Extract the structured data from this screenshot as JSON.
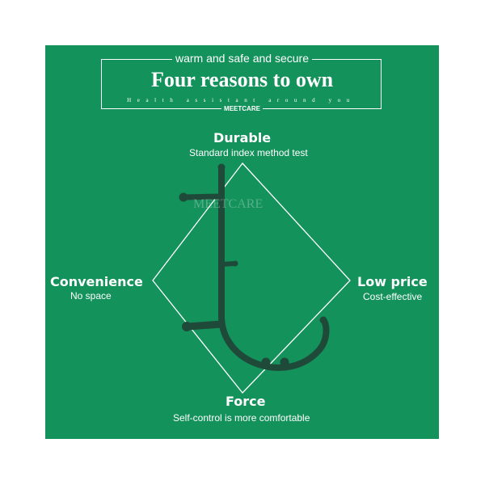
{
  "header": {
    "tagline": "warm and safe and secure",
    "title": "Four reasons to own",
    "subtitle": "Health assistant around you",
    "brand": "MEETCARE"
  },
  "watermark": "MEETCARE",
  "reasons": {
    "top": {
      "title": "Durable",
      "subtitle": "Standard index method test"
    },
    "left": {
      "title": "Convenience",
      "subtitle": "No space"
    },
    "right": {
      "title": "Low price",
      "subtitle": "Cost-effective"
    },
    "bottom": {
      "title": "Force",
      "subtitle": "Self-control is more comfortable"
    }
  },
  "colors": {
    "background": "#14925b",
    "product": "#1f4a3a",
    "text": "#ffffff",
    "page": "#ffffff"
  },
  "icons": {
    "product": "massage-hook-tool-image",
    "diamond": "diamond-outline"
  }
}
